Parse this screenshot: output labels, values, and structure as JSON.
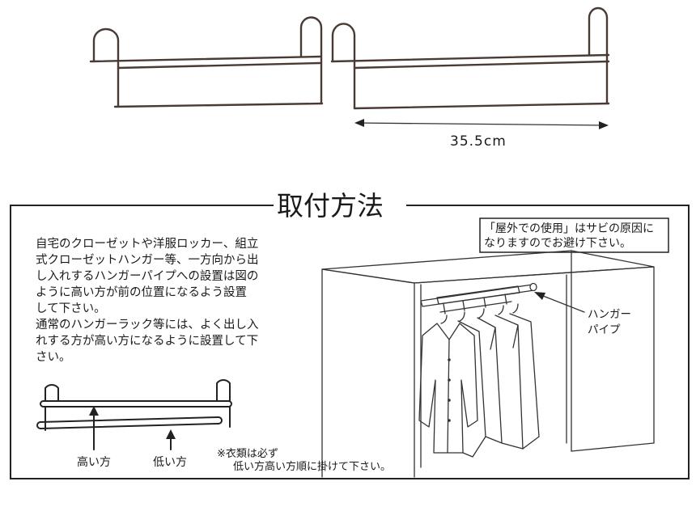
{
  "dimension_label": "35.5cm",
  "section_title": "取付方法",
  "instructions": {
    "lines": [
      "自宅のクローゼットや洋服ロッカー、組立",
      "式クローゼットハンガー等、一方向から出",
      "し入れするハンガーパイプへの設置は図の",
      "ように高い方が前の位置になるよう設置",
      "して下さい。",
      "通常のハンガーラック等には、よく出し入",
      "れする方が高い方になるように設置して下",
      "さい。"
    ]
  },
  "labels": {
    "high_side": "高い方",
    "low_side": "低い方",
    "hanger_pipe_line1": "ハンガー",
    "hanger_pipe_line2": "パイプ"
  },
  "note": {
    "line1": "※衣類は必ず",
    "line2": "低い方高い方順に掛けて下さい。"
  },
  "warning": {
    "line1": "「屋外での使用」はサビの原因に",
    "line2": "なりますのでお避け下さい。"
  }
}
